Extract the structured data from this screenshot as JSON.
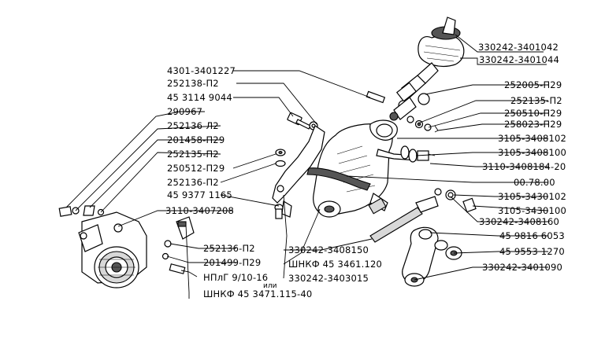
{
  "labels": {
    "l_330242_3401042": "330242-3401042",
    "l_330242_3401044": "330242-3401044",
    "l_4301_3401227": "4301-3401227",
    "l_252138_p2": "252138-П2",
    "l_45_3114_9044": "45 3114 9044",
    "l_290967": "290967",
    "l_252136_l2": "252136-Л2",
    "l_201458_p29": "201458-П29",
    "l_252135_p2_left": "252135-П2",
    "l_250512_p29": "250512-П29",
    "l_252136_p2_mid": "252136-П2",
    "l_45_9377_1165": "45 9377 1165",
    "l_3110_3407208": "3110-3407208",
    "l_252005_p29": "252005-П29",
    "l_252135_p2_right": "252135-П2",
    "l_250510_p29": "250510-П29",
    "l_258023_p29": "258023-П29",
    "l_3105_3408102": "3105-3408102",
    "l_3105_3408100": "3105-3408100",
    "l_3110_3408184_20": "3110-3408184-20",
    "l_00_78_00": "00.78.00",
    "l_3105_3430102": "3105-3430102",
    "l_3105_3430100": "3105-3430100",
    "l_330242_3408160": "330242-3408160",
    "l_45_9816_6053": "45 9816 6053",
    "l_45_9553_1270": "45 9553 1270",
    "l_330242_3401090": "330242-3401090",
    "l_330242_3408150": "330242-3408150",
    "l_shnkf_45_3461_120": "ШНКФ 45 3461.120",
    "l_330242_3403015": "330242-3403015",
    "l_252136_p2_low": "252136-П2",
    "l_201499_p29": "201499-П29",
    "l_nplg": "НПлГ 9/10-16",
    "l_ili": "или",
    "l_shnkf_45_3471": "ШНКФ 45 3471.115-40"
  }
}
